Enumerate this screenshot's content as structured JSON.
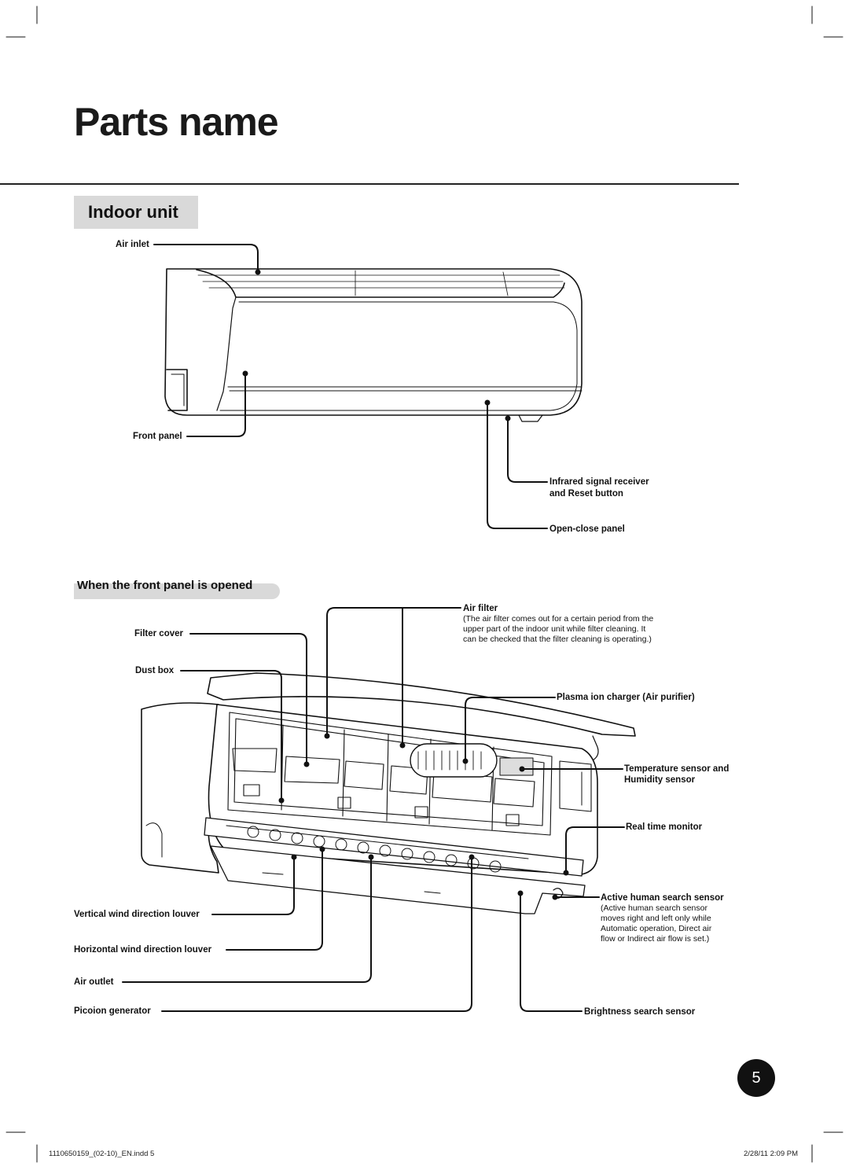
{
  "page": {
    "title": "Parts name",
    "number": "5"
  },
  "indoor_unit": {
    "heading": "Indoor unit",
    "labels": {
      "air_inlet": "Air inlet",
      "front_panel": "Front panel",
      "ir_receiver_line1": "Infrared signal receiver",
      "ir_receiver_line2": "and Reset button",
      "open_close_panel": "Open-close panel"
    }
  },
  "opened": {
    "heading": "When the front panel is opened",
    "labels": {
      "air_filter": "Air filter",
      "air_filter_note_1": "(The air filter comes out for a certain period from the",
      "air_filter_note_2": "upper part of the indoor unit while filter cleaning. It",
      "air_filter_note_3": "can be checked that the filter cleaning is operating.)",
      "filter_cover": "Filter cover",
      "dust_box": "Dust box",
      "plasma_ion": "Plasma ion charger (Air purifier)",
      "temp_sensor_1": "Temperature sensor and",
      "temp_sensor_2": "Humidity sensor",
      "real_time_monitor": "Real time monitor",
      "active_human": "Active human search sensor",
      "active_human_note_1": "(Active human search sensor",
      "active_human_note_2": "moves right and left only while",
      "active_human_note_3": "Automatic operation, Direct air",
      "active_human_note_4": "flow or Indirect air flow is set.)",
      "vertical_louver": "Vertical wind direction louver",
      "horizontal_louver": "Horizontal wind direction louver",
      "air_outlet": "Air outlet",
      "picoion": "Picoion generator",
      "brightness_sensor": "Brightness search sensor"
    }
  },
  "footer": {
    "file": "1110650159_(02-10)_EN.indd   5",
    "date": "2/28/11   2:09 PM"
  }
}
